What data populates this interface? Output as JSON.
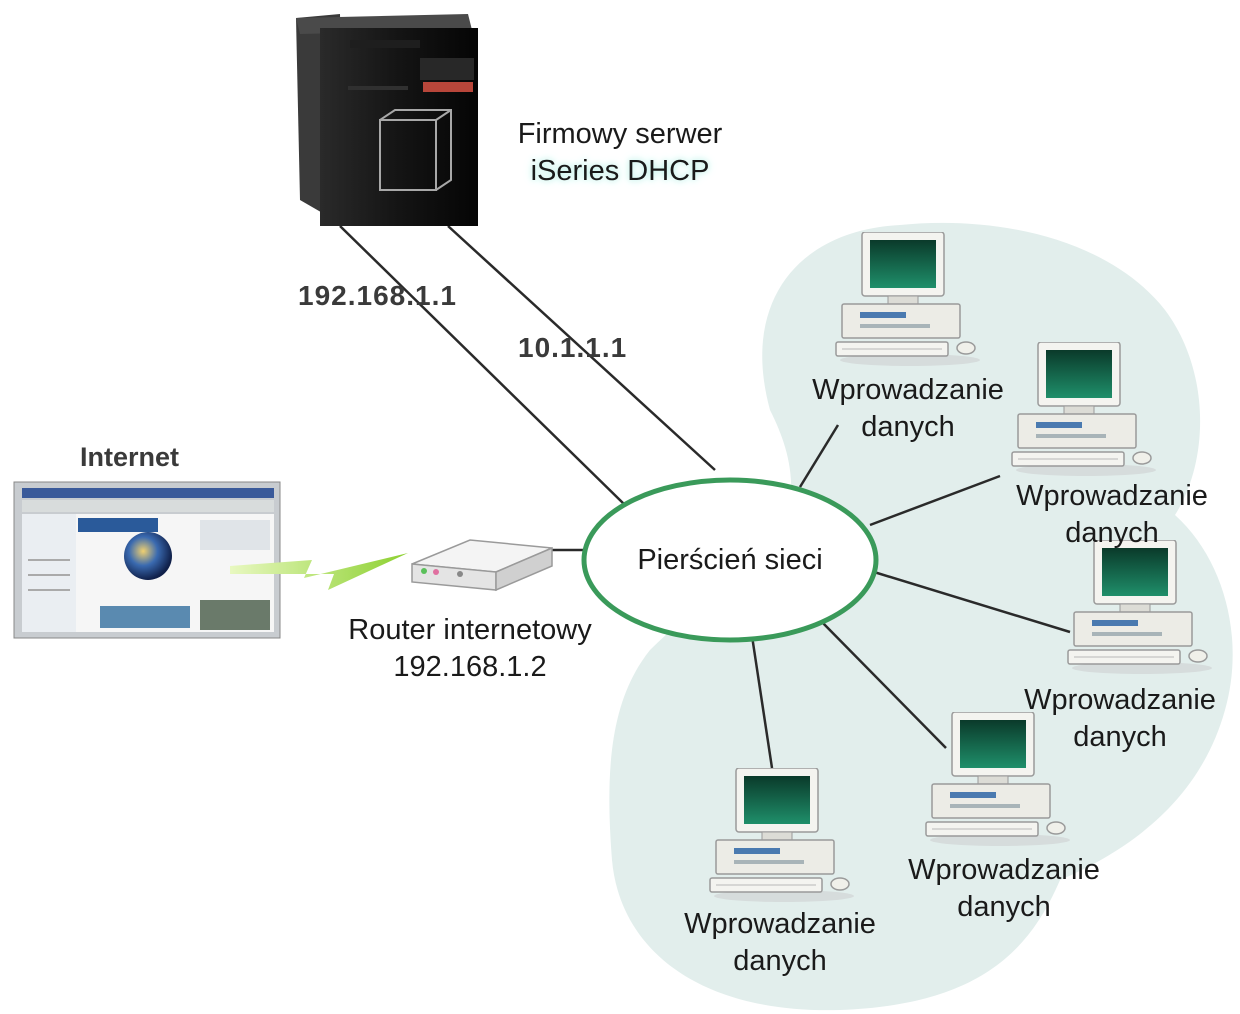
{
  "server": {
    "line1": "Firmowy serwer",
    "line2": "iSeries DHCP"
  },
  "interfaces": {
    "ip_left": "192.168.1.1",
    "ip_right": "10.1.1.1"
  },
  "internet": {
    "label": "Internet"
  },
  "router": {
    "line1": "Router internetowy",
    "line2": "192.168.1.2"
  },
  "ring": {
    "label": "Pierścień sieci"
  },
  "workstations": [
    {
      "line1": "Wprowadzanie",
      "line2": "danych"
    },
    {
      "line1": "Wprowadzanie",
      "line2": "danych"
    },
    {
      "line1": "Wprowadzanie",
      "line2": "danych"
    },
    {
      "line1": "Wprowadzanie",
      "line2": "danych"
    },
    {
      "line1": "Wprowadzanie",
      "line2": "danych"
    }
  ],
  "colors": {
    "ring_stroke": "#3a9a5a",
    "cloud_fill": "#e2eeec",
    "link_line": "#2a2a2a",
    "wireless_bolt": "#9ad640",
    "screen_top": "#0a3a2a",
    "screen_bottom": "#1f8f6a"
  },
  "icons": {
    "server": "server-tower-icon",
    "router": "router-icon",
    "browser": "browser-window-icon",
    "workstation": "desktop-computer-icon",
    "bolt": "wireless-link-icon"
  }
}
